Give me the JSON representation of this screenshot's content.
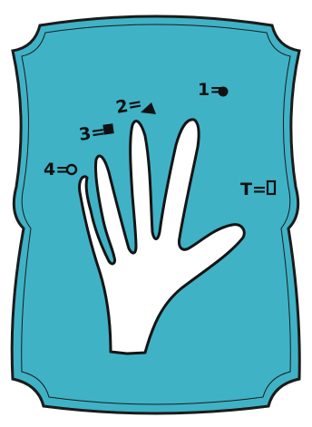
{
  "colors": {
    "frame_fill": "#3fb2c6",
    "frame_outline": "#1b1b1b",
    "hand_fill": "#ffffff",
    "hand_outline": "#141414",
    "marker": "#111111"
  },
  "labels": {
    "finger_4": "4=",
    "finger_3": "3=",
    "finger_2": "2=",
    "finger_1": "1=",
    "thumb": "T="
  },
  "icons": {
    "finger_4": "open-circle-icon",
    "finger_3": "filled-square-icon",
    "finger_2": "filled-triangle-icon",
    "finger_1": "filled-circle-icon",
    "thumb": "open-rectangle-icon"
  }
}
